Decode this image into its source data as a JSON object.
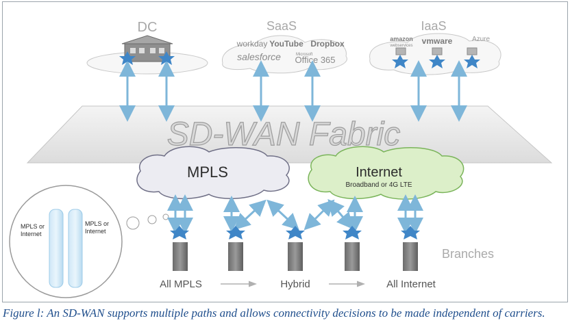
{
  "labels": {
    "dc": "DC",
    "saas": "SaaS",
    "iaas": "IaaS",
    "fabric": "SD-WAN Fabric",
    "mpls": "MPLS",
    "internet": "Internet",
    "internet_sub": "Broadband or 4G LTE",
    "branches": "Branches",
    "mpls_or_internet_1": "MPLS or",
    "mpls_or_internet_2": "Internet",
    "all_mpls": "All MPLS",
    "hybrid": "Hybrid",
    "all_internet": "All Internet"
  },
  "saas_logos": {
    "workday": "workday",
    "youtube": "YouTube",
    "dropbox": "Dropbox",
    "salesforce": "salesforce",
    "office365": "Office 365",
    "microsoft": "Microsoft"
  },
  "iaas_logos": {
    "amazon": "amazon",
    "amazon_sub": "webservices",
    "vmware": "vmware",
    "azure": "Azure"
  },
  "caption": "Figure l: An SD-WAN supports multiple paths and allows connectivity decisions to be made independent of carriers.",
  "colors": {
    "arrow": "#7eb6d9",
    "node": "#3f86c7",
    "fabric": "#ebebeb",
    "internet_cloud": "#dcefc9",
    "caption": "#1f4e8c"
  }
}
